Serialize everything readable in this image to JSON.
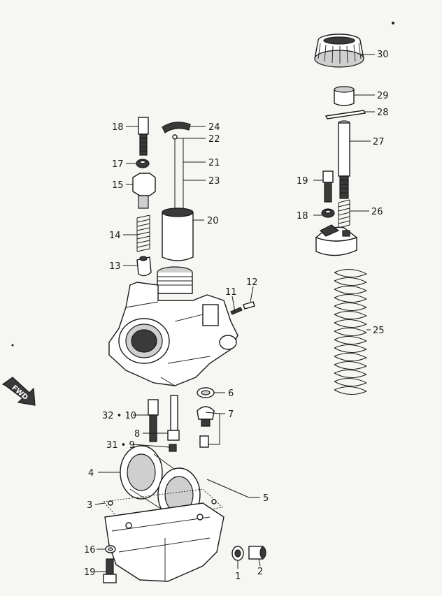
{
  "diagram": {
    "fwd_label": "FWD",
    "callouts": [
      {
        "id": "c1",
        "text": "1"
      },
      {
        "id": "c2",
        "text": "2"
      },
      {
        "id": "c3",
        "text": "3"
      },
      {
        "id": "c4",
        "text": "4"
      },
      {
        "id": "c5",
        "text": "5"
      },
      {
        "id": "c6",
        "text": "6"
      },
      {
        "id": "c7",
        "text": "7"
      },
      {
        "id": "c8",
        "text": "8"
      },
      {
        "id": "c9",
        "text": "31 • 9"
      },
      {
        "id": "c10",
        "text": "32 • 10"
      },
      {
        "id": "c11",
        "text": "11"
      },
      {
        "id": "c12",
        "text": "12"
      },
      {
        "id": "c13",
        "text": "13"
      },
      {
        "id": "c14",
        "text": "14"
      },
      {
        "id": "c15",
        "text": "15"
      },
      {
        "id": "c16",
        "text": "16"
      },
      {
        "id": "c17",
        "text": "17"
      },
      {
        "id": "c18a",
        "text": "18"
      },
      {
        "id": "c18b",
        "text": "18"
      },
      {
        "id": "c19a",
        "text": "19"
      },
      {
        "id": "c19b",
        "text": "19"
      },
      {
        "id": "c20",
        "text": "20"
      },
      {
        "id": "c21",
        "text": "21"
      },
      {
        "id": "c22",
        "text": "22"
      },
      {
        "id": "c23",
        "text": "23"
      },
      {
        "id": "c24",
        "text": "24"
      },
      {
        "id": "c25",
        "text": "25"
      },
      {
        "id": "c26",
        "text": "26"
      },
      {
        "id": "c27",
        "text": "27"
      },
      {
        "id": "c28",
        "text": "28"
      },
      {
        "id": "c29",
        "text": "29"
      },
      {
        "id": "c30",
        "text": "30"
      }
    ]
  }
}
